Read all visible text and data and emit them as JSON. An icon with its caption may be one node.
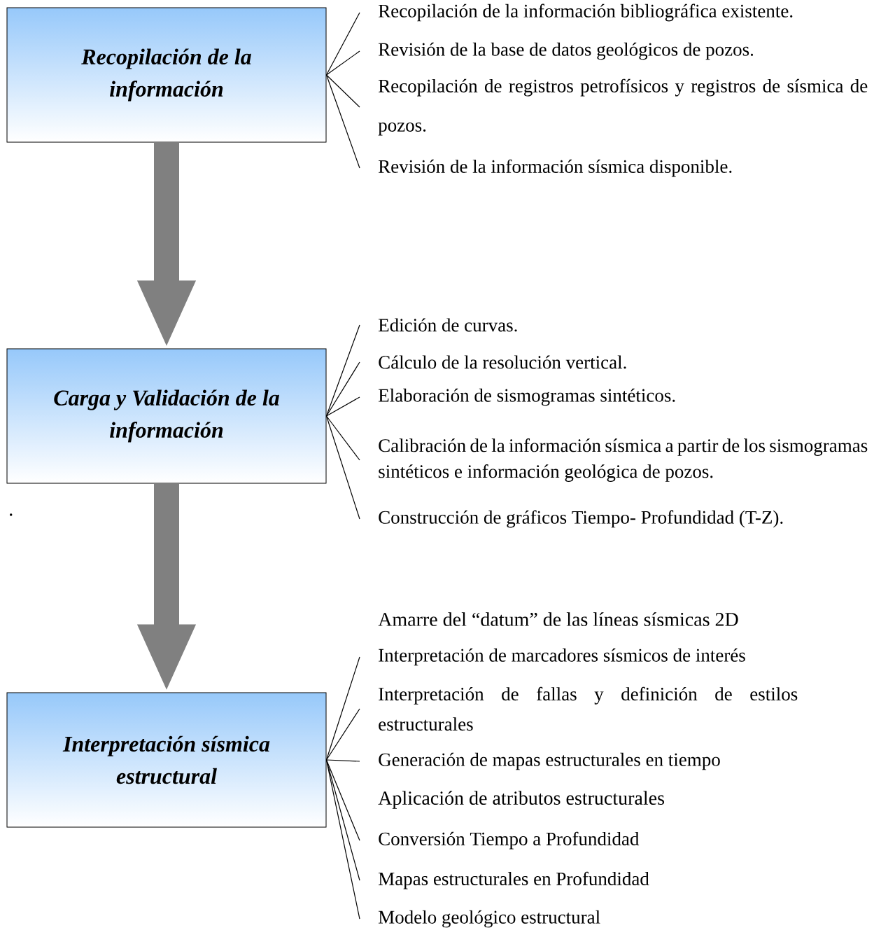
{
  "diagram": {
    "nodes": [
      {
        "text": [
          "Recopilación de la información"
        ]
      },
      {
        "text": [
          "Recopilación de la información bibliográfica existente."
        ]
      },
      {
        "text": [
          "Revisión de la base de datos geológicos de pozos."
        ]
      },
      {
        "text": [
          "Recopilación de registros petrofísicos y registros de sísmica de pozos."
        ]
      },
      {
        "text": [
          "Revisión de la información sísmica disponible."
        ]
      },
      {
        "text": [
          "Carga y Validación de la información"
        ]
      },
      {
        "text": [
          "Edición de curvas."
        ]
      },
      {
        "text": [
          "Cálculo de la resolución vertical."
        ]
      },
      {
        "text": [
          "Elaboración de sismogramas sintéticos."
        ]
      },
      {
        "text": [
          "Calibración de la información sísmica a partir de los sismogramas sintéticos e información geológica de pozos."
        ]
      },
      {
        "text": [
          "Construcción de gráficos Tiempo- Profundidad (T-Z)."
        ]
      },
      {
        "text": [
          "Interpretación sísmica estructural"
        ]
      },
      {
        "text": [
          "Interpretación de marcadores sísmicos de interés"
        ]
      },
      {
        "text": [
          "Interpretación de fallas y definición de estilos estructurales"
        ]
      },
      {
        "text": [
          "Generación de mapas estructurales en tiempo"
        ]
      },
      {
        "text": [
          "Conversión Tiempo a Profundidad"
        ]
      },
      {
        "text": [
          "Mapas estructurales en Profundidad"
        ]
      },
      {
        "text": [
          "Modelo geológico estructural"
        ]
      }
    ],
    "edges": [
      {
        "from": 0,
        "to": 1,
        "arrow": "none"
      },
      {
        "from": 0,
        "to": 2,
        "arrow": "none"
      },
      {
        "from": 0,
        "to": 3,
        "arrow": "none"
      },
      {
        "from": 0,
        "to": 4,
        "arrow": "none"
      },
      {
        "from": 5,
        "to": 6,
        "arrow": "none"
      },
      {
        "from": 5,
        "to": 7,
        "arrow": "none"
      },
      {
        "from": 5,
        "to": 8,
        "arrow": "none"
      },
      {
        "from": 5,
        "to": 9,
        "arrow": "none"
      },
      {
        "from": 5,
        "to": 10,
        "arrow": "none"
      },
      {
        "from": 11,
        "to": 12,
        "arrow": "none"
      },
      {
        "from": 11,
        "to": 13,
        "arrow": "none"
      },
      {
        "from": 11,
        "to": 14,
        "arrow": "none"
      },
      {
        "from": 11,
        "to": 15,
        "arrow": "none"
      },
      {
        "from": 11,
        "to": 16,
        "arrow": "none"
      },
      {
        "from": 11,
        "to": 17,
        "arrow": "none"
      },
      {
        "from": 0,
        "to": 5,
        "arrow": "to",
        "style": "thick",
        "color": "#808080"
      },
      {
        "from": 5,
        "to": 11,
        "arrow": "to",
        "style": "thick",
        "color": "#808080"
      }
    ],
    "labels": [
      ".",
      "Amarre del “datum” de las líneas sísmicas 2D",
      "Aplicación de atributos estructurales"
    ]
  }
}
